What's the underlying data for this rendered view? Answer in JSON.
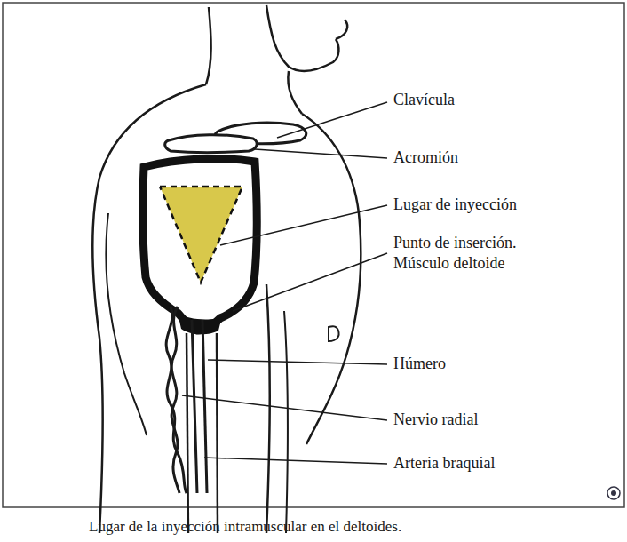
{
  "diagram": {
    "caption": "Lugar de la inyección intramuscular en el deltoides.",
    "labels": [
      "Clavícula",
      "Acromión",
      "Lugar de inyección",
      "Punto de inserción. Músculo deltoide",
      "Húmero",
      "Nervio radial",
      "Arteria braquial"
    ]
  }
}
